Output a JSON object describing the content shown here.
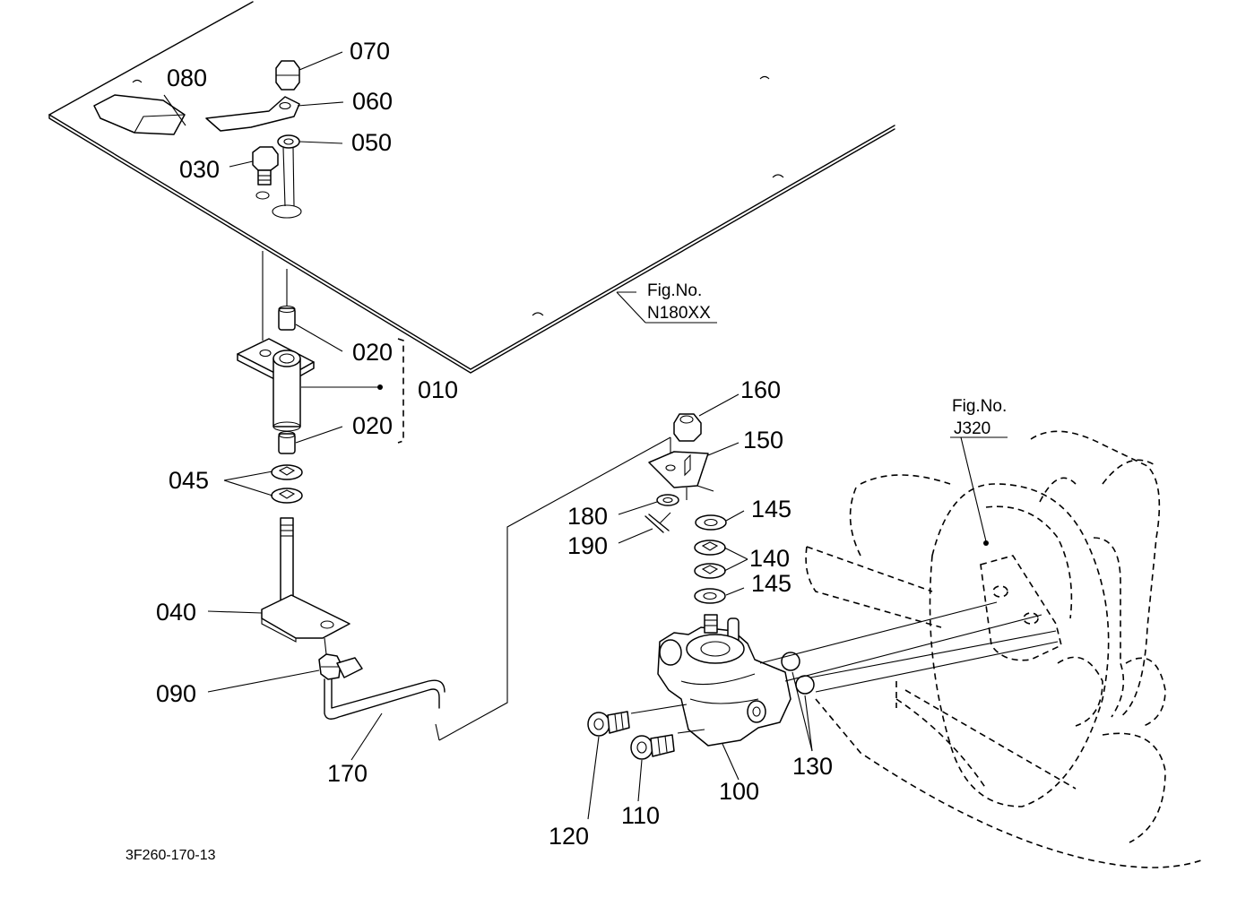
{
  "parts": {
    "p070": "070",
    "p080": "080",
    "p060": "060",
    "p050": "050",
    "p030": "030",
    "p020a": "020",
    "p010": "010",
    "p020b": "020",
    "p045": "045",
    "p040": "040",
    "p090": "090",
    "p170": "170",
    "p160": "160",
    "p150": "150",
    "p180": "180",
    "p190": "190",
    "p145a": "145",
    "p140": "140",
    "p145b": "145",
    "p130": "130",
    "p120": "120",
    "p110": "110",
    "p100": "100"
  },
  "references": {
    "fig_n180_label": "Fig.No.",
    "fig_n180_value": "N180XX",
    "fig_j320_label": "Fig.No.",
    "fig_j320_value": "J320"
  },
  "diagram_code": "3F260-170-13"
}
